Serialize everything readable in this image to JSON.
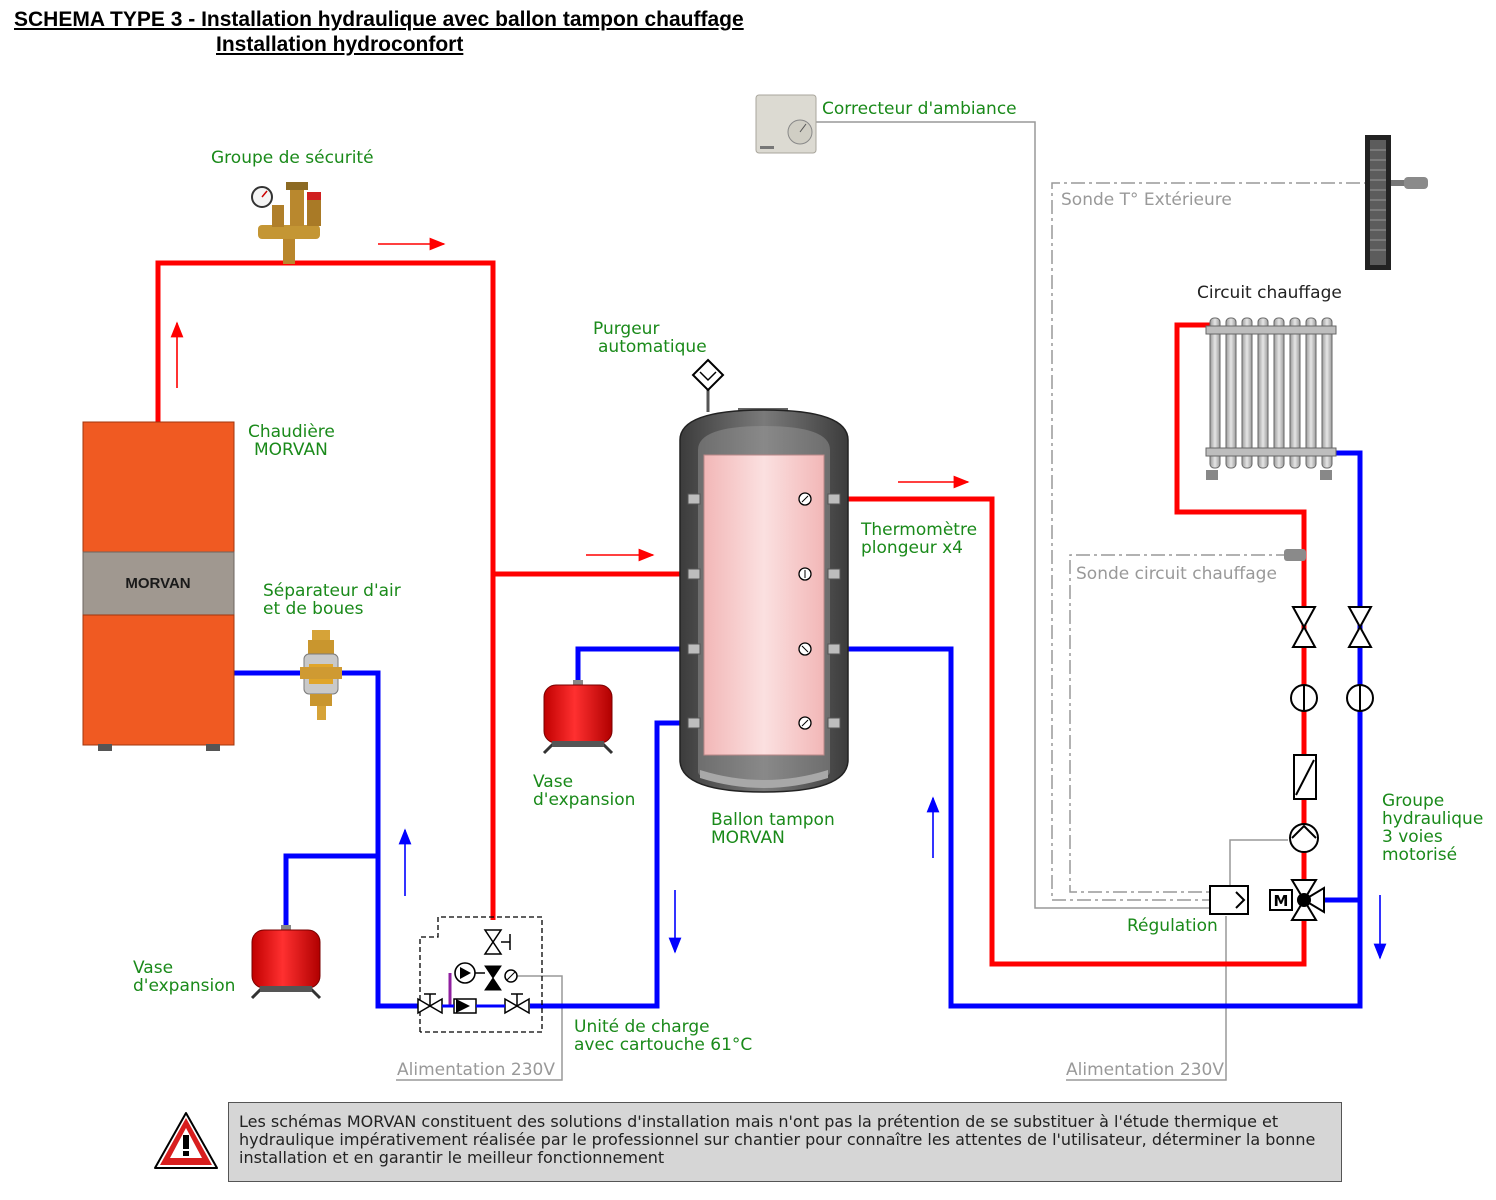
{
  "title": {
    "line1": "SCHEMA TYPE 3 - Installation hydraulique avec ballon tampon chauffage",
    "line2": "Installation hydroconfort"
  },
  "labels": {
    "groupe_securite": "Groupe de sécurité",
    "chaudiere_1": "Chaudière",
    "chaudiere_2": "MORVAN",
    "boiler_brand": "MORVAN",
    "separateur_1": "Séparateur d'air",
    "separateur_2": "et de boues",
    "vase_left_1": "Vase",
    "vase_left_2": "d'expansion",
    "unite_1": "Unité de charge",
    "unite_2": "avec cartouche 61°C",
    "alim_left": "Alimentation 230V",
    "purgeur_1": "Purgeur",
    "purgeur_2": "automatique",
    "vase_mid_1": "Vase",
    "vase_mid_2": "d'expansion",
    "ballon_1": "Ballon tampon",
    "ballon_2": "MORVAN",
    "thermo_1": "Thermomètre",
    "thermo_2": "plongeur x4",
    "correcteur": "Correcteur d'ambiance",
    "sonde_ext": "Sonde T° Extérieure",
    "circuit": "Circuit chauffage",
    "sonde_circuit": "Sonde circuit chauffage",
    "groupe_hydro_1": "Groupe",
    "groupe_hydro_2": "hydraulique",
    "groupe_hydro_3": "3 voies",
    "groupe_hydro_4": "motorisé",
    "regulation": "Régulation",
    "alim_right": "Alimentation 230V",
    "motor": "M"
  },
  "warning": {
    "text": "Les schémas MORVAN constituent des solutions d'installation mais n'ont pas la prétention de se substituer à l'étude thermique et hydraulique impérativement réalisée par le professionnel sur chantier pour connaître les attentes de l'utilisateur, déterminer la bonne installation et en garantir le meilleur fonctionnement",
    "icon": "warning-triangle-icon"
  },
  "colors": {
    "hot": "#ff0000",
    "cold": "#0000ff",
    "label": "#1a8a1a",
    "boiler": "#f05a22",
    "tank_body": "#5a5a5a",
    "tank_core": "#f7c9c9",
    "electric": "#999999"
  }
}
